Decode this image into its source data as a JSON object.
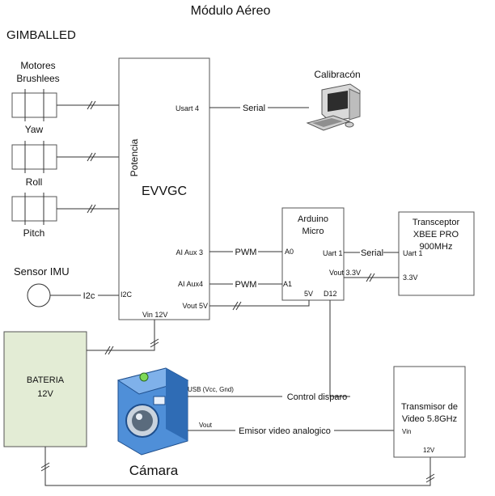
{
  "title": "Módulo Aéreo",
  "section_label": "GIMBALLED",
  "motors": {
    "heading_line1": "Motores",
    "heading_line2": "Brushlees",
    "yaw": "Yaw",
    "roll": "Roll",
    "pitch": "Pitch"
  },
  "evvgc": {
    "name": "EVVGC",
    "side_label": "Potencia",
    "usart4": "Usart 4",
    "ai_aux3": "AI Aux 3",
    "ai_aux4": "AI Aux4",
    "vout5v": "Vout 5V",
    "i2c_port": "I2C",
    "vin12v": "Vin 12V"
  },
  "calibration": "Calibracón",
  "serial_label": "Serial",
  "arduino": {
    "line1": "Arduino",
    "line2": "Micro",
    "a0": "A0",
    "a1": "A1",
    "uart1": "Uart 1",
    "vout33": "Vout 3.3V",
    "v5": "5V",
    "d12": "D12"
  },
  "pwm1": "PWM",
  "pwm2": "PWM",
  "xbee": {
    "line1": "Transceptor",
    "line2": "XBEE PRO",
    "line3": "900MHz",
    "uart1": "Uart 1",
    "v33": "3.3V"
  },
  "serial_label2": "Serial",
  "imu": {
    "label": "Sensor IMU",
    "i2c_link": "I2c"
  },
  "battery": {
    "line1": "BATERIA",
    "line2": "12V"
  },
  "camera": {
    "label": "Cámara",
    "usb": "USB (Vcc, Gnd)",
    "vout": "Vout"
  },
  "control_label": "Control disparo",
  "video_label": "Emisor video analogico",
  "transmitter": {
    "line1": "Transmisor de",
    "line2": "Video 5.8GHz",
    "vin": "Vin",
    "v12": "12V"
  },
  "colors": {
    "battery_fill": "#e3ecd5",
    "camera_body": "#4f8fd8",
    "camera_dark": "#2f6cb5",
    "line": "#333333"
  }
}
